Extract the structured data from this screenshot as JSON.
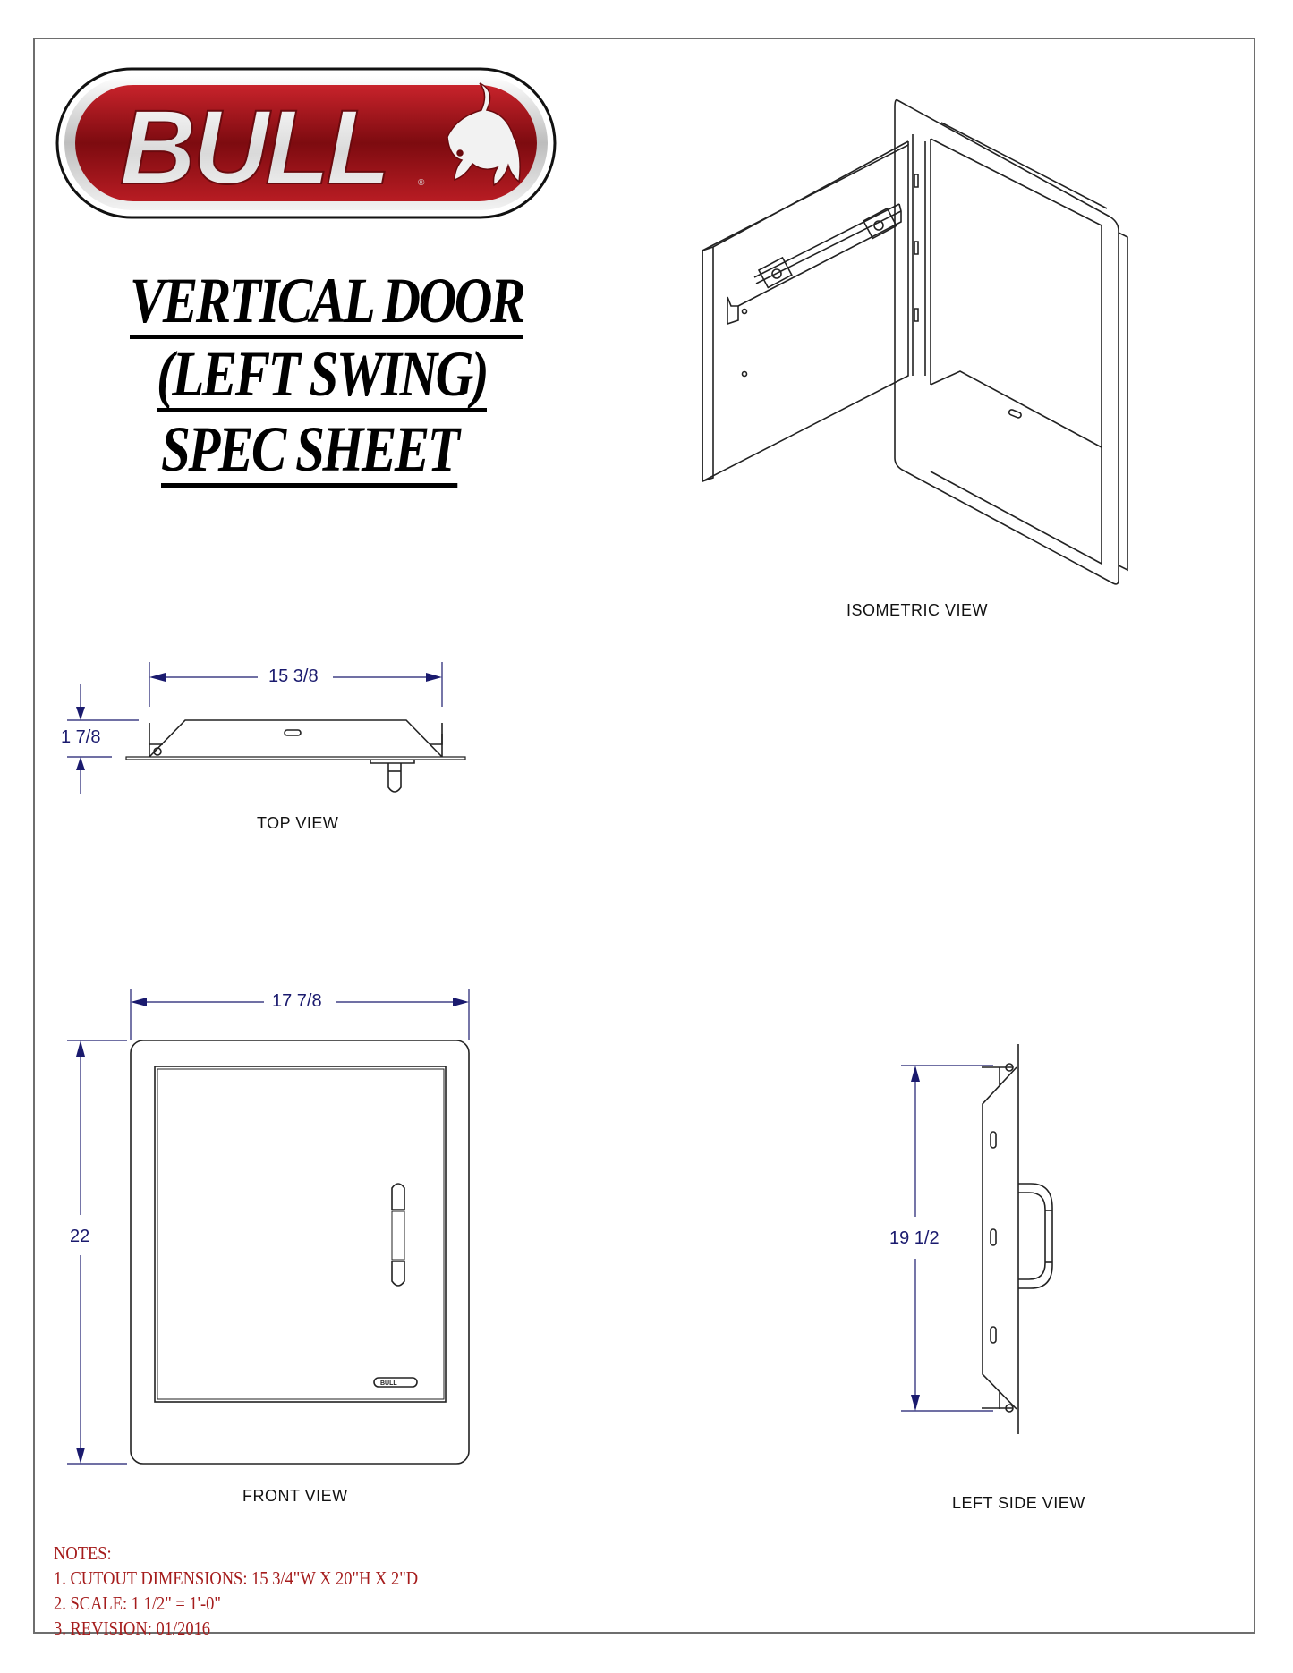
{
  "document": {
    "brand": {
      "logo_text": "BULL",
      "registered_mark": "®",
      "logo_icon": "charging-bull-icon",
      "colors": {
        "red": "#a8151c",
        "dark_red": "#7a0c10",
        "silver": "#e6e6e6"
      }
    },
    "title": {
      "line1": "VERTICAL DOOR",
      "line2": "(LEFT SWING)",
      "line3": "SPEC SHEET"
    },
    "views": {
      "isometric": {
        "label": "ISOMETRIC VIEW"
      },
      "top": {
        "label": "TOP VIEW",
        "width_dim": "15 3/8",
        "depth_dim": "1 7/8"
      },
      "front": {
        "label": "FRONT VIEW",
        "width_dim": "17 7/8",
        "height_dim": "22",
        "badge_text": "BULL"
      },
      "left_side": {
        "label": "LEFT SIDE VIEW",
        "height_dim": "19 1/2"
      }
    },
    "notes": {
      "heading": "NOTES:",
      "items": [
        "1. CUTOUT DIMENSIONS: 15 3/4\"W  X  20\"H  X  2\"D",
        "2. SCALE: 1 1/2\" = 1'-0\"",
        "3. REVISION: 01/2016"
      ]
    },
    "colors": {
      "dimension": "#1a1a6e",
      "notes": "#a51c1c",
      "line": "#222222",
      "border": "#6e6e6e"
    }
  }
}
